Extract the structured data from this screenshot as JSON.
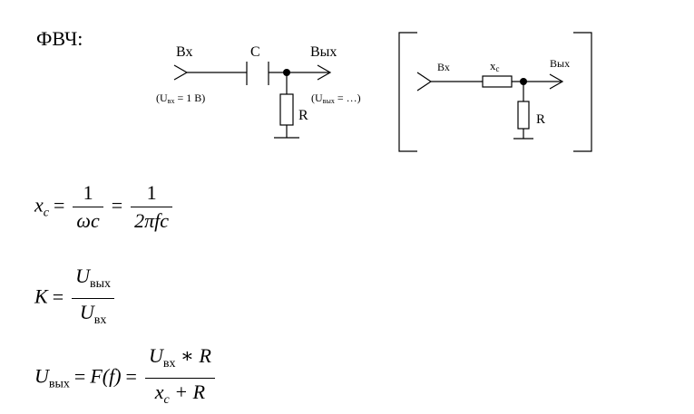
{
  "title": "ФВЧ:",
  "circuit1": {
    "input_label": "Вх",
    "capacitor_label": "C",
    "output_label": "Вых",
    "resistor_label": "R",
    "input_note": "(U",
    "input_note_sub": "вх",
    "input_note_val": " = 1 В)",
    "output_note": "(U",
    "output_note_sub": "вых",
    "output_note_val": " = …)"
  },
  "circuit2": {
    "input_label": "Вх",
    "reactance_label": "x",
    "reactance_sub": "c",
    "output_label": "Вых",
    "resistor_label": "R"
  },
  "formulas": {
    "f1": {
      "lhs": "x",
      "lhs_sub": "c",
      "num1": "1",
      "den1": "ωc",
      "num2": "1",
      "den2": "2πfc"
    },
    "f2": {
      "lhs": "K",
      "num_var": "U",
      "num_sub": "вых",
      "den_var": "U",
      "den_sub": "вх"
    },
    "f3": {
      "lhs": "U",
      "lhs_sub": "вых",
      "mid": "F(f)",
      "num_var": "U",
      "num_sub": "вх",
      "num_rest": " ∗ R",
      "den_var": "x",
      "den_sub": "c",
      "den_rest": " + R"
    }
  }
}
